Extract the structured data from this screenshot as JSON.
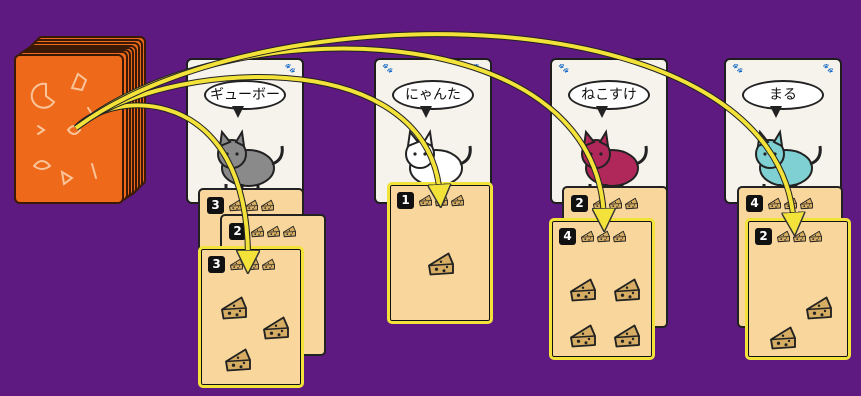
{
  "deck": {
    "icon": "card-deck-back"
  },
  "columns": [
    {
      "cat": {
        "name": "ギューボー",
        "cat_color": "#8a8a8a",
        "corner_icon": "paw-icon"
      },
      "cheese_cards": [
        {
          "number": "3",
          "wedges": 3,
          "highlighted": false
        },
        {
          "number": "2",
          "wedges": 0,
          "highlighted": false
        },
        {
          "number": "3",
          "wedges": 3,
          "highlighted": true
        }
      ]
    },
    {
      "cat": {
        "name": "にゃんた",
        "cat_color": "#ffffff",
        "corner_icon": "paw-icon"
      },
      "cheese_cards": [
        {
          "number": "1",
          "wedges": 1,
          "highlighted": true
        }
      ]
    },
    {
      "cat": {
        "name": "ねこすけ",
        "cat_color": "#b0285a",
        "corner_icon": "paw-icon"
      },
      "cheese_cards": [
        {
          "number": "2",
          "wedges": 0,
          "highlighted": false
        },
        {
          "number": "4",
          "wedges": 4,
          "highlighted": true
        }
      ]
    },
    {
      "cat": {
        "name": "まる",
        "cat_color": "#7fd0d3",
        "corner_icon": "paw-icon"
      },
      "cheese_cards": [
        {
          "number": "4",
          "wedges": 0,
          "highlighted": false
        },
        {
          "number": "2",
          "wedges": 2,
          "highlighted": true
        }
      ]
    }
  ],
  "colors": {
    "background": "#5e1a80",
    "deck": "#ee6a1a",
    "arrow": "#f2e23a",
    "cheese_card": "#f9d79c",
    "cheese": "#d6ad63"
  }
}
